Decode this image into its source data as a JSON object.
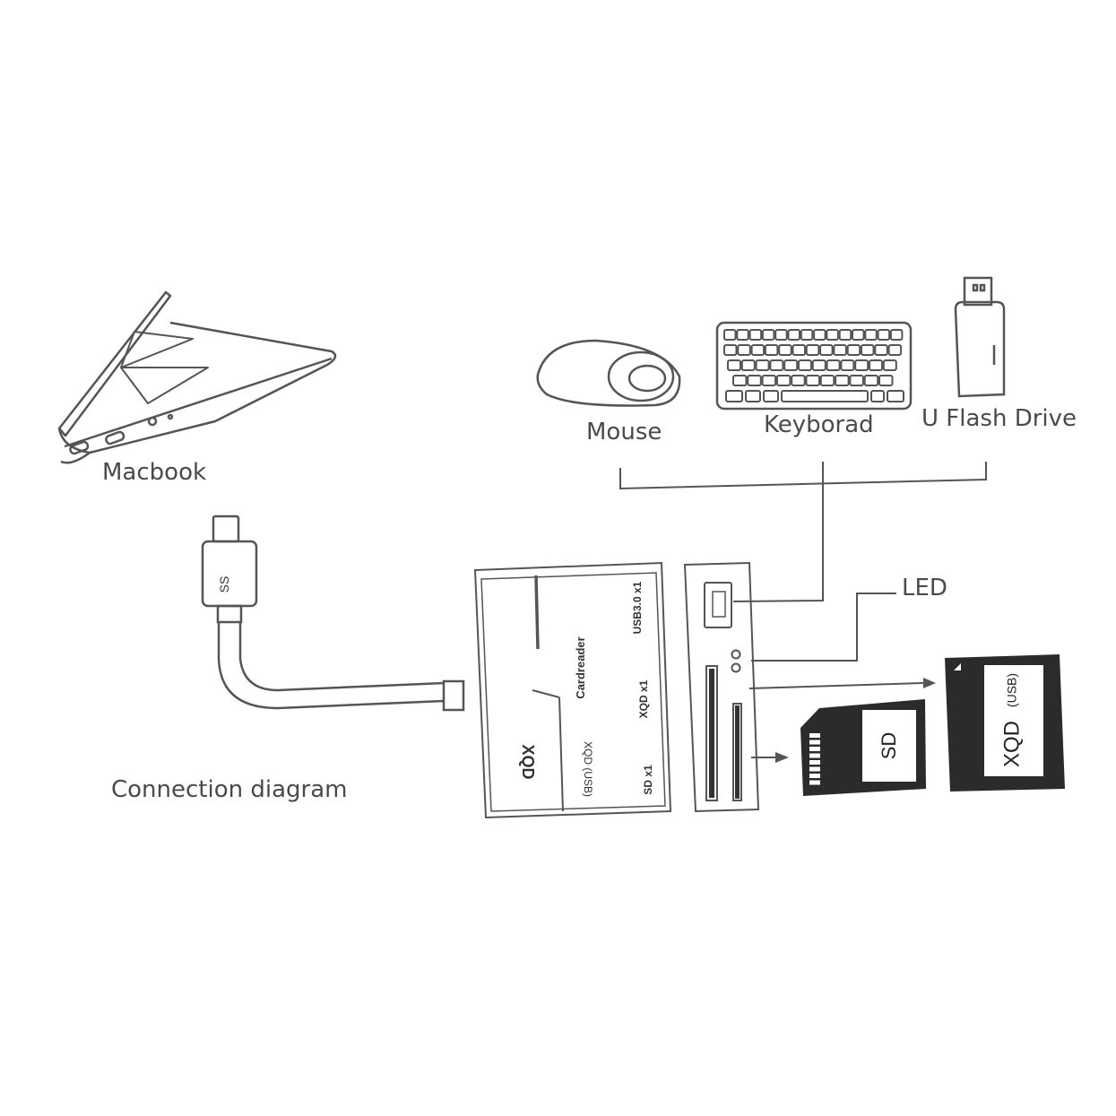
{
  "labels": {
    "macbook": "Macbook",
    "mouse": "Mouse",
    "keyboard": "Keyborad",
    "flash_drive": "U Flash Drive",
    "led": "LED",
    "connection": "Connection diagram"
  },
  "cable": {
    "plug_mark": "SS"
  },
  "reader": {
    "brand": "XQD",
    "name": "Cardreader",
    "slot_xqd": "XQD (USB)",
    "port_usb": "USB3.0 x1",
    "port_xqd": "XQD x1",
    "port_sd": "SD x1"
  },
  "cards": {
    "sd": "SD",
    "xqd": "XQD",
    "xqd_sub": "(USB)"
  },
  "colors": {
    "line": "#555555",
    "card_fill": "#2b2b2b",
    "text": "#4a4a4a"
  }
}
